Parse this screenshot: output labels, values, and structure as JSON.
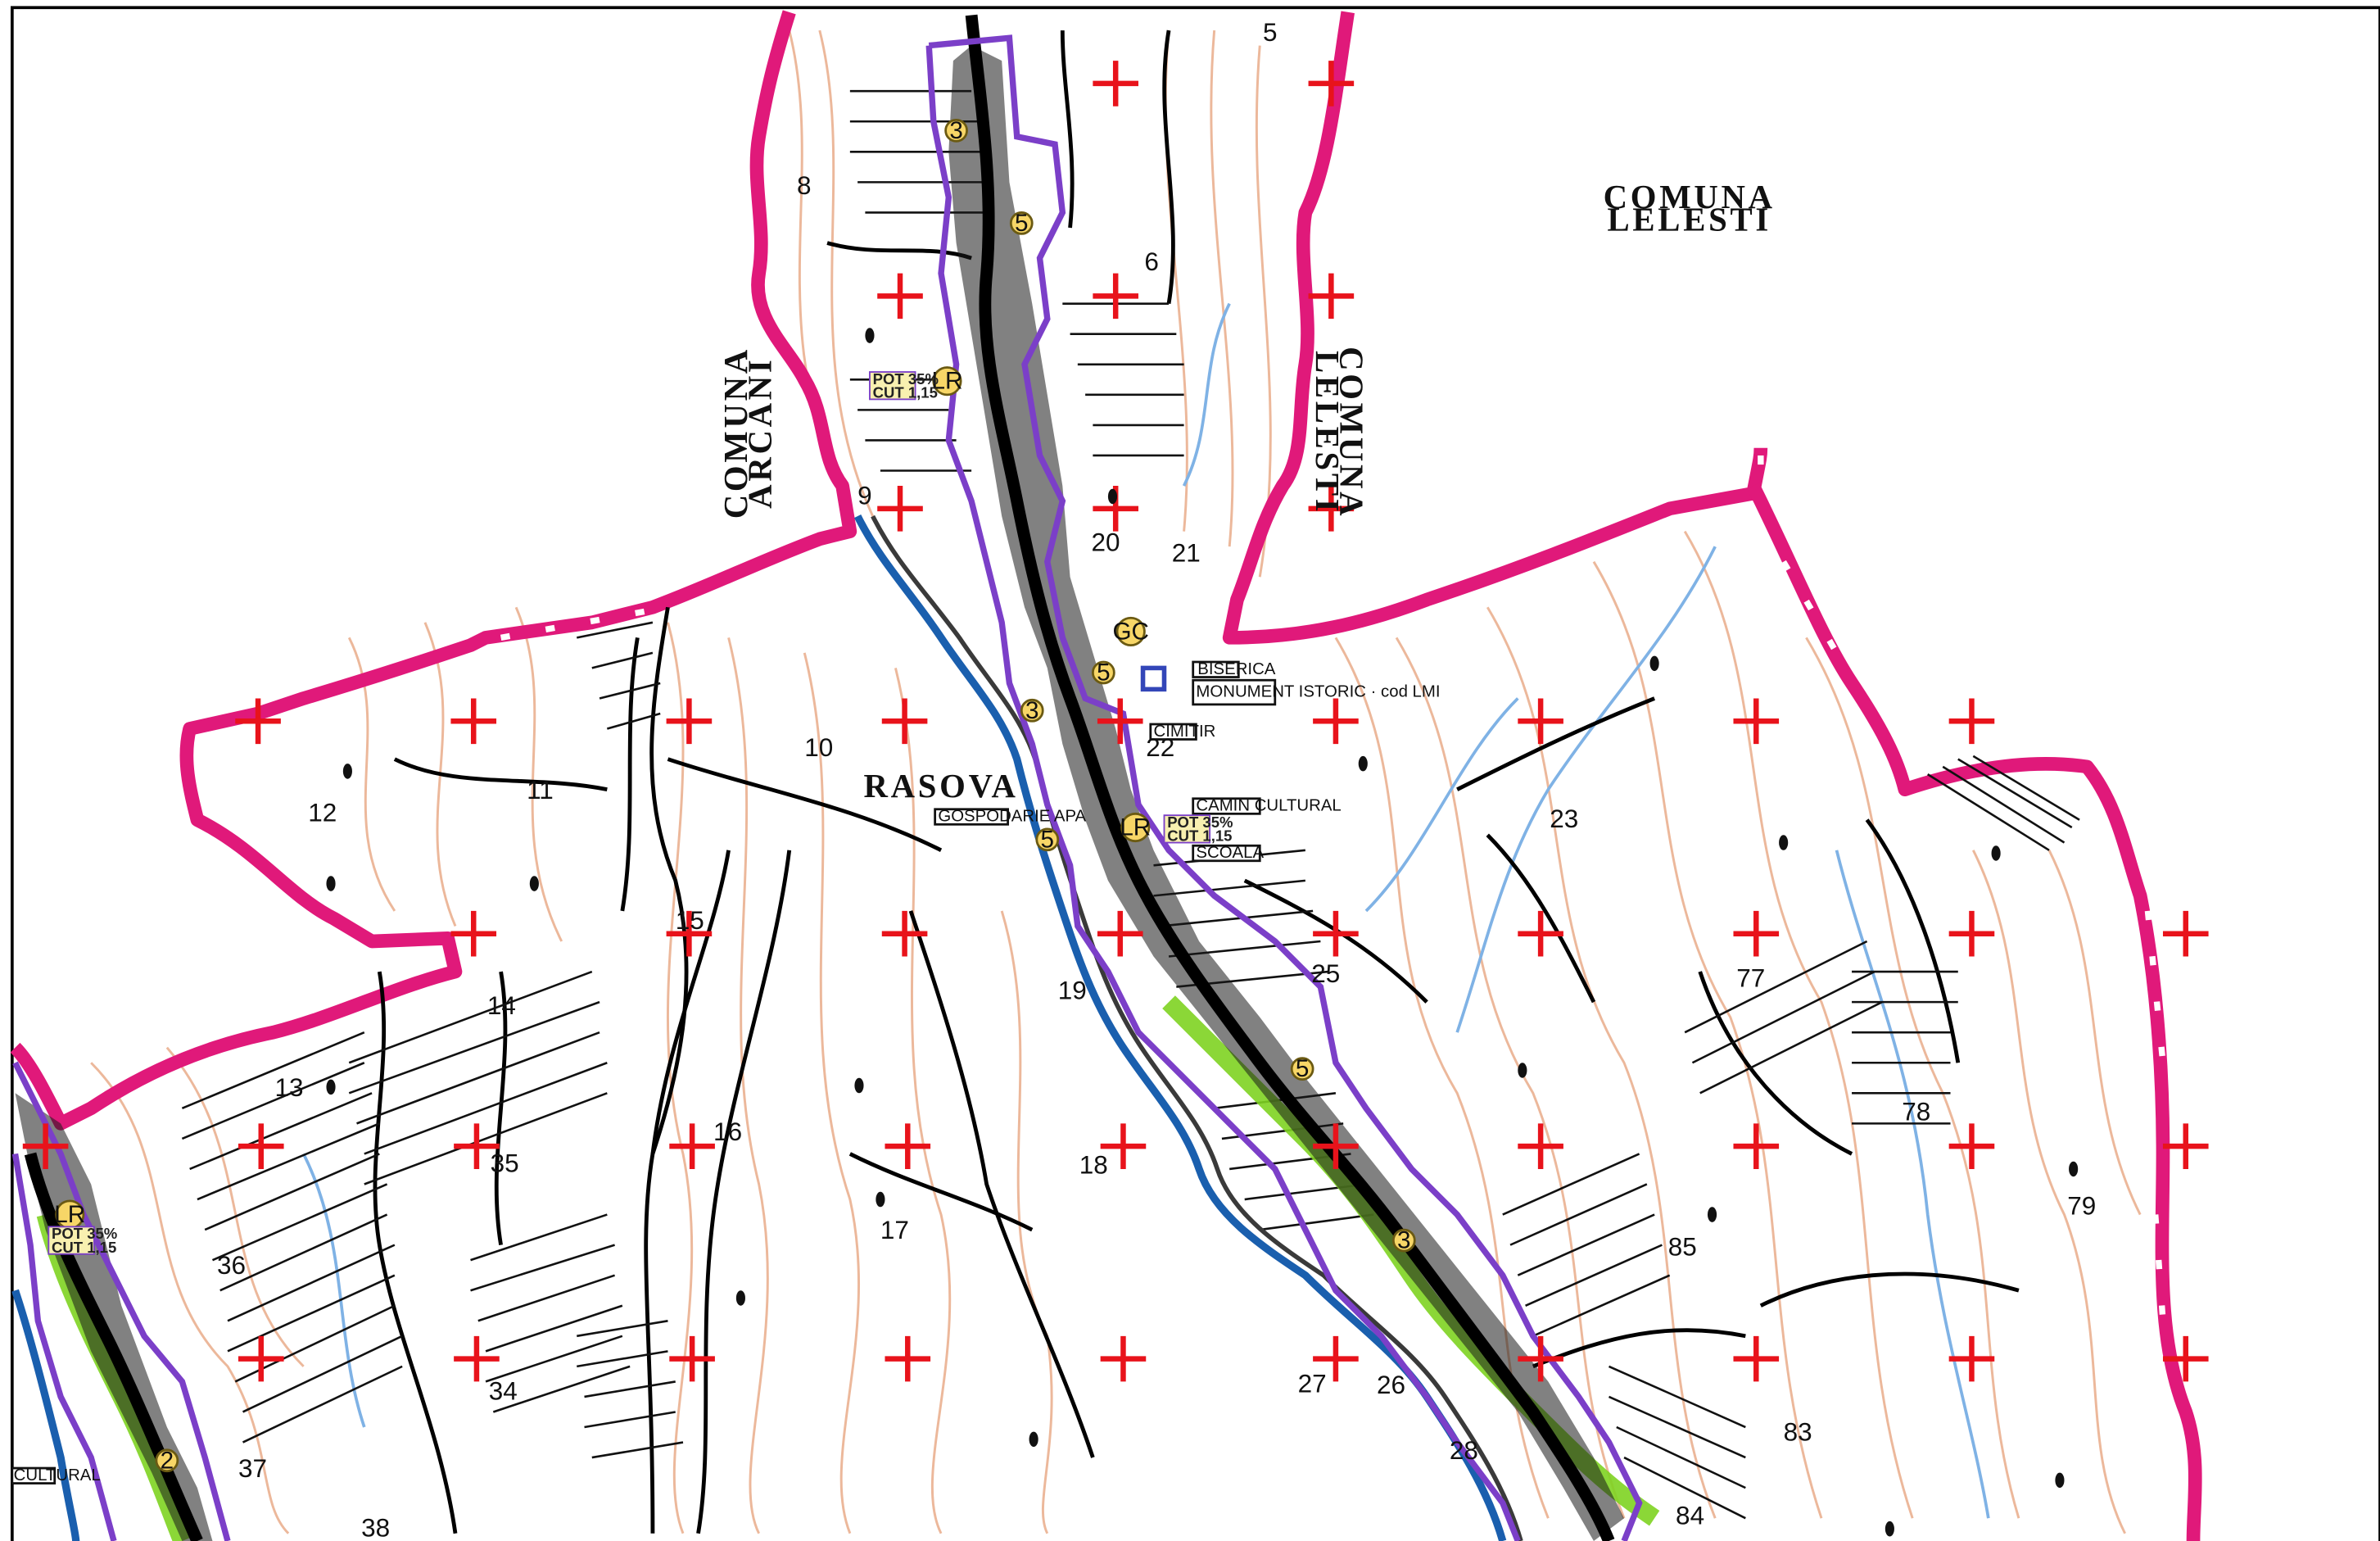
{
  "map": {
    "communes": [
      {
        "id": "arcani",
        "line1": "COMUNA",
        "line2": "ARCANI"
      },
      {
        "id": "lelesti-top",
        "line1": "COMUNA",
        "line2": "LELESTI"
      },
      {
        "id": "lelesti-side",
        "line1": "COMUNA",
        "line2": "LELESTI"
      }
    ],
    "village": "RASOVA",
    "buildings": {
      "church": "BISERICA",
      "church_note": "MONUMENT ISTORIC · cod LMI",
      "cemetery": "CIMITIR",
      "cultural_hall": "CAMIN CULTURAL",
      "water_works": "GOSPODARIE APA",
      "school": "SCOALA",
      "cultural_left": "CULTURAL"
    },
    "zone_codes": {
      "lr": "LR",
      "gc": "GC",
      "pot": "POT 35%",
      "cut": "CUT 1,15",
      "z2": "2",
      "z3": "3",
      "z5": "5"
    },
    "parcel_numbers": [
      "5",
      "8",
      "6",
      "9",
      "20",
      "21",
      "22",
      "10",
      "11",
      "12",
      "15",
      "14",
      "13",
      "23",
      "25",
      "19",
      "16",
      "18",
      "17",
      "35",
      "36",
      "34",
      "37",
      "38",
      "27",
      "26",
      "28",
      "85",
      "83",
      "84",
      "77",
      "78",
      "79"
    ]
  }
}
